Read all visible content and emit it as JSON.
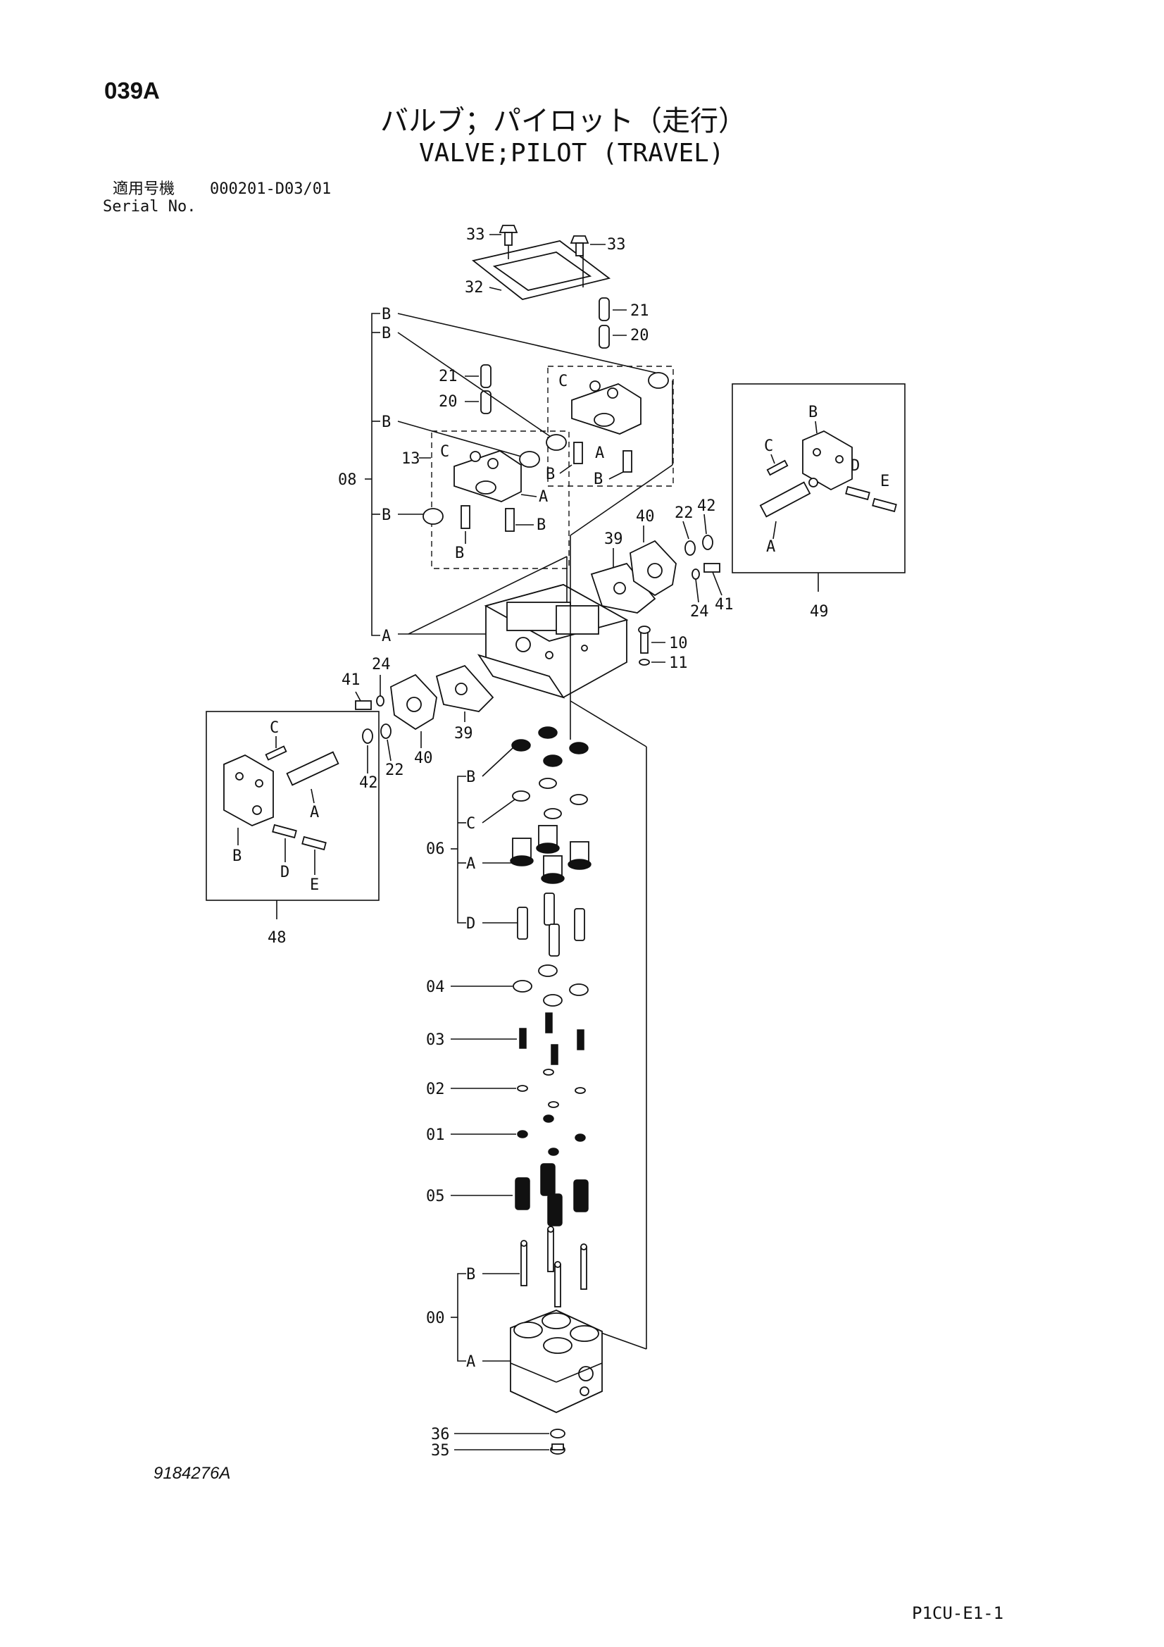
{
  "header": {
    "page_code": "039A",
    "title_jp": "バルブ；パイロット（走行）",
    "title_en": "VALVE;PILOT (TRAVEL)",
    "serial_label_jp": "適用号機",
    "serial_value": "000201-D03/01",
    "serial_label_en": "Serial No."
  },
  "footer": {
    "drawing_number": "9184276A",
    "sheet_code": "P1CU-E1-1"
  },
  "callouts": {
    "c33": "33",
    "c32": "32",
    "c21": "21",
    "c20": "20",
    "c13": "13",
    "c08": "08",
    "c22": "22",
    "c42": "42",
    "c40": "40",
    "c39": "39",
    "c24": "24",
    "c41": "41",
    "c10": "10",
    "c11": "11",
    "c49": "49",
    "c48": "48",
    "c06": "06",
    "c04": "04",
    "c03": "03",
    "c02": "02",
    "c01": "01",
    "c05": "05",
    "c00": "00",
    "c36": "36",
    "c35": "35"
  },
  "letters": {
    "A": "A",
    "B": "B",
    "C": "C",
    "D": "D",
    "E": "E"
  }
}
